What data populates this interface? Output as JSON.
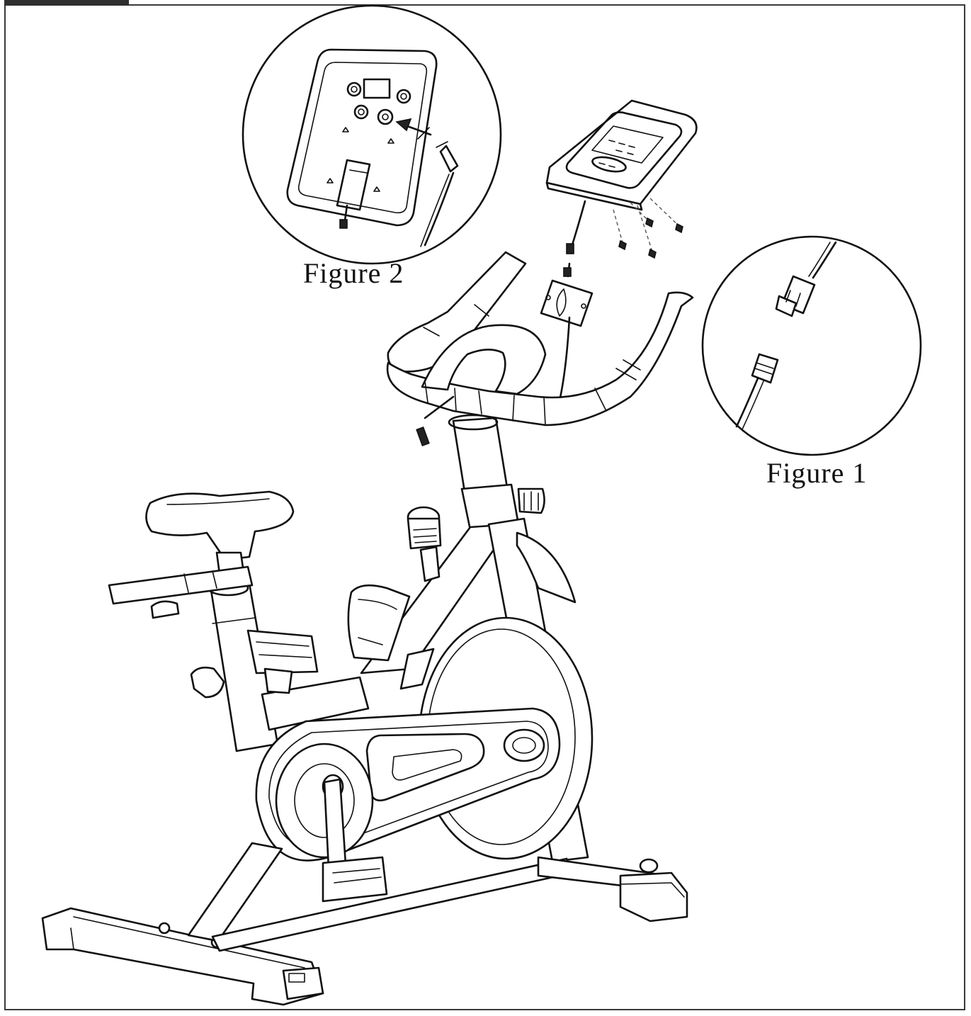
{
  "figures": {
    "figure1": {
      "label": "Figure 1"
    },
    "figure2": {
      "label": "Figure 2"
    }
  },
  "colors": {
    "line": "#111111",
    "frame": "#3a3a3a",
    "background": "#ffffff"
  },
  "icons": [
    "exercise-bike-drawing",
    "console-back-detail",
    "cable-connector-detail"
  ]
}
